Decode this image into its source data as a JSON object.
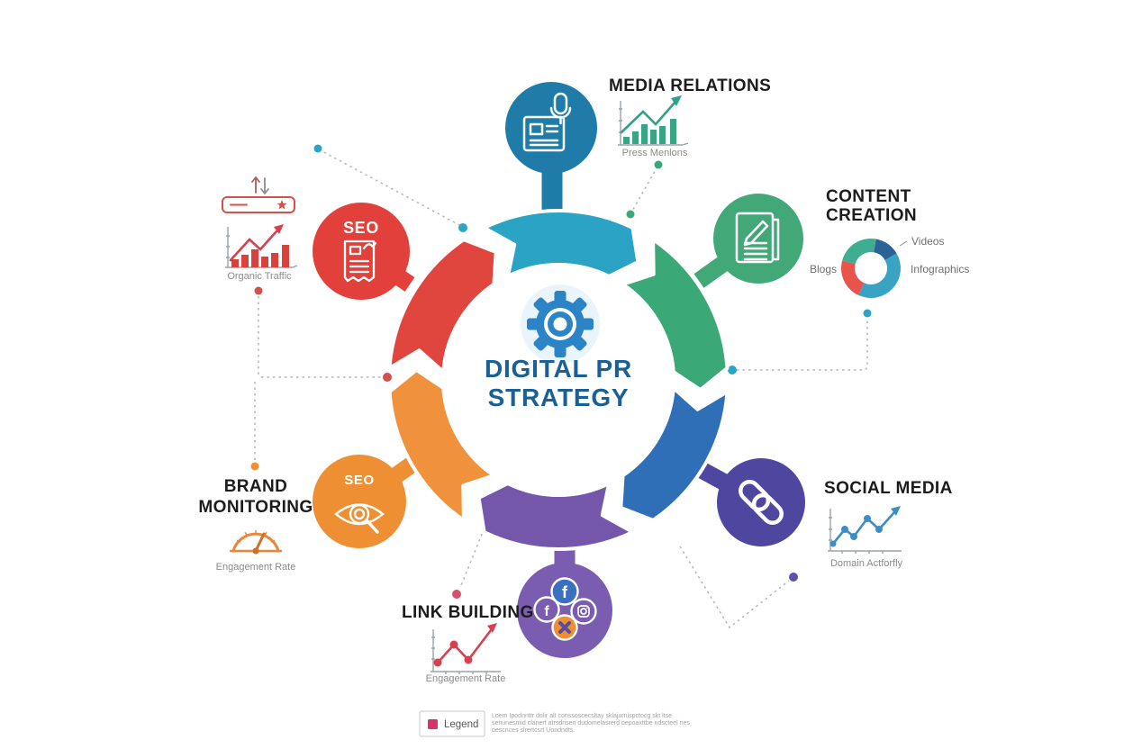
{
  "title": {
    "line1": "DIGITAL PR",
    "line2": "STRATEGY"
  },
  "sections": {
    "media_relations": {
      "heading": "MEDIA RELATIONS",
      "caption": "Press Menlons"
    },
    "content_creation": {
      "heading_line1": "CONTENT",
      "heading_line2": "CREATION",
      "donut_labels": {
        "videos": "Videos",
        "infographics": "Infographics",
        "blogs": "Blogs"
      }
    },
    "social_media": {
      "heading": "SOCIAL MEDIA",
      "caption": "Domain Actforfly"
    },
    "link_building": {
      "heading": "LINK BUILDING",
      "caption": "Engagement Rate"
    },
    "brand_monitoring": {
      "heading_line1": "BRAND",
      "heading_line2": "MONITORING",
      "caption": "Engagement Rate"
    },
    "seo_search": {
      "badge": "SEO",
      "caption": "Organic Traffic"
    },
    "seo_monitoring": {
      "badge": "SEO"
    }
  },
  "icons": {
    "facebook_glyph": "f"
  },
  "legend": {
    "label": "Legend",
    "line1": "Loem Ipodnnttr dolir alt conssoscecsltay sklajurnispctocg skt ltse",
    "line2": "senunesmid clanert atrsdrisen dudomelasrerd oepoaxttbe ndscteel nes",
    "line3": "oescnces slrertcsrt Uondndts."
  },
  "colors": {
    "ring_teal": "#2ba3c4",
    "ring_green": "#3ba878",
    "ring_blue": "#2f6fb7",
    "ring_purple": "#7456ab",
    "ring_orange": "#f0923c",
    "ring_red": "#e0453e",
    "satellite_media": "#1f7ca8",
    "satellite_content": "#43a877",
    "satellite_link": "#4f46a0",
    "satellite_social": "#7a5cb0",
    "satellite_seo_monitor": "#ee8f33",
    "satellite_seo": "#e2403a",
    "center_text": "#1a6096",
    "gear": "#2b84c6",
    "heading_text": "#1c1c1c",
    "legend_swatch": "#d6336c"
  },
  "chart_data": [
    {
      "type": "bar",
      "title": "Press Menlons",
      "section": "MEDIA RELATIONS",
      "values": [
        8,
        14,
        22,
        16,
        20,
        28
      ],
      "color": "#3aa584",
      "trend": "up-arrow"
    },
    {
      "type": "pie",
      "title": "Content mix donut",
      "section": "CONTENT CREATION",
      "labels": [
        "Videos",
        "Infographics",
        "Blogs",
        "unlabeled"
      ],
      "approx_percent": [
        14,
        40,
        22,
        24
      ],
      "slice_colors": [
        "#2a6496",
        "#38a3c2",
        "#e8544b",
        "#3fae90"
      ]
    },
    {
      "type": "line",
      "title": "Domain Actforfly",
      "section": "SOCIAL MEDIA",
      "values": [
        20,
        55,
        40,
        80,
        55,
        95
      ],
      "color": "#3b8fc4",
      "trend": "up-arrow"
    },
    {
      "type": "line",
      "title": "Engagement Rate",
      "section": "LINK BUILDING",
      "values": [
        20,
        60,
        25,
        95
      ],
      "color": "#d6404f",
      "trend": "up-arrow"
    },
    {
      "type": "gauge",
      "title": "Engagement Rate",
      "section": "BRAND MONITORING",
      "needle_position": "upper-right",
      "color": "#e8873a"
    },
    {
      "type": "bar",
      "title": "Organic Traffic",
      "section": "SEO",
      "values": [
        9,
        14,
        20,
        12,
        16,
        25
      ],
      "color": "#d8413c",
      "trend": "up-arrow"
    }
  ]
}
